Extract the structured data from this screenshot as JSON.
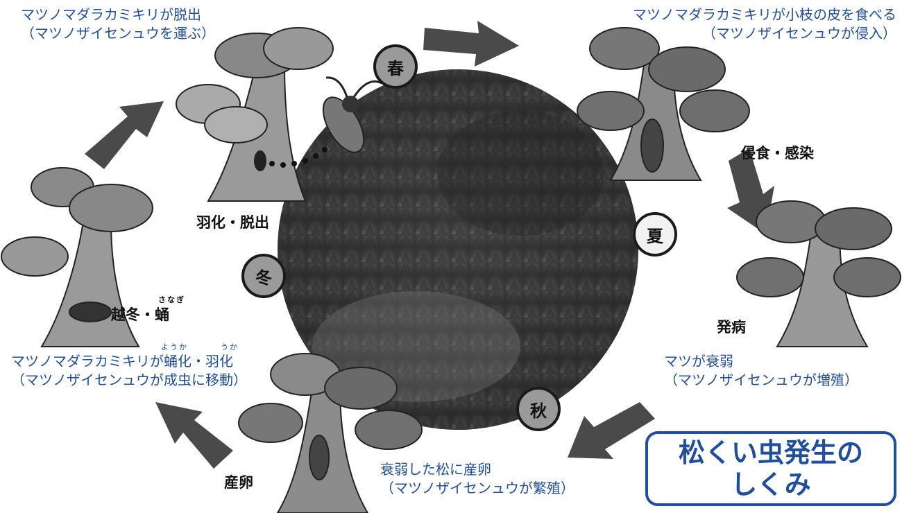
{
  "title": {
    "line1": "松くい虫発生の",
    "line2": "しくみ"
  },
  "seasons": {
    "spring": "春",
    "summer": "夏",
    "autumn": "秋",
    "winter": "冬"
  },
  "stages": {
    "emergence": "羽化・脱出",
    "infection": "侵食・感染",
    "disease": "発病",
    "oviposition": "産卵",
    "overwinter": "越冬・",
    "overwinter_pupa": "蛹",
    "overwinter_ruby": "さなぎ"
  },
  "descriptions": {
    "top_left": {
      "line1": "マツノマダラカミキリが脱出",
      "line2": "（マツノザイセンュウを運ぶ）"
    },
    "top_right": {
      "line1": "マツノマダラカミキリが小枝の皮を食べる",
      "line2": "（マツノザイセンュウが侵入）"
    },
    "right": {
      "line1": "マツが衰弱",
      "line2": "（マツノザイセンュウが増殖）"
    },
    "bottom": {
      "line1": "衰弱した松に産卵",
      "line2": "（マツノザイセンュウが繁殖）"
    },
    "left": {
      "line1": "マツノマダラカミキリが蛹化・羽化",
      "line2": "（マツノザイセンュウが成虫に移動）",
      "ruby1": "ようか",
      "ruby2": "うか"
    }
  },
  "colors": {
    "title_blue": "#1f4e9c",
    "arrow": "#4a4a4a",
    "season_dark": "#9a9a9a",
    "season_light": "#f2f2f2"
  }
}
